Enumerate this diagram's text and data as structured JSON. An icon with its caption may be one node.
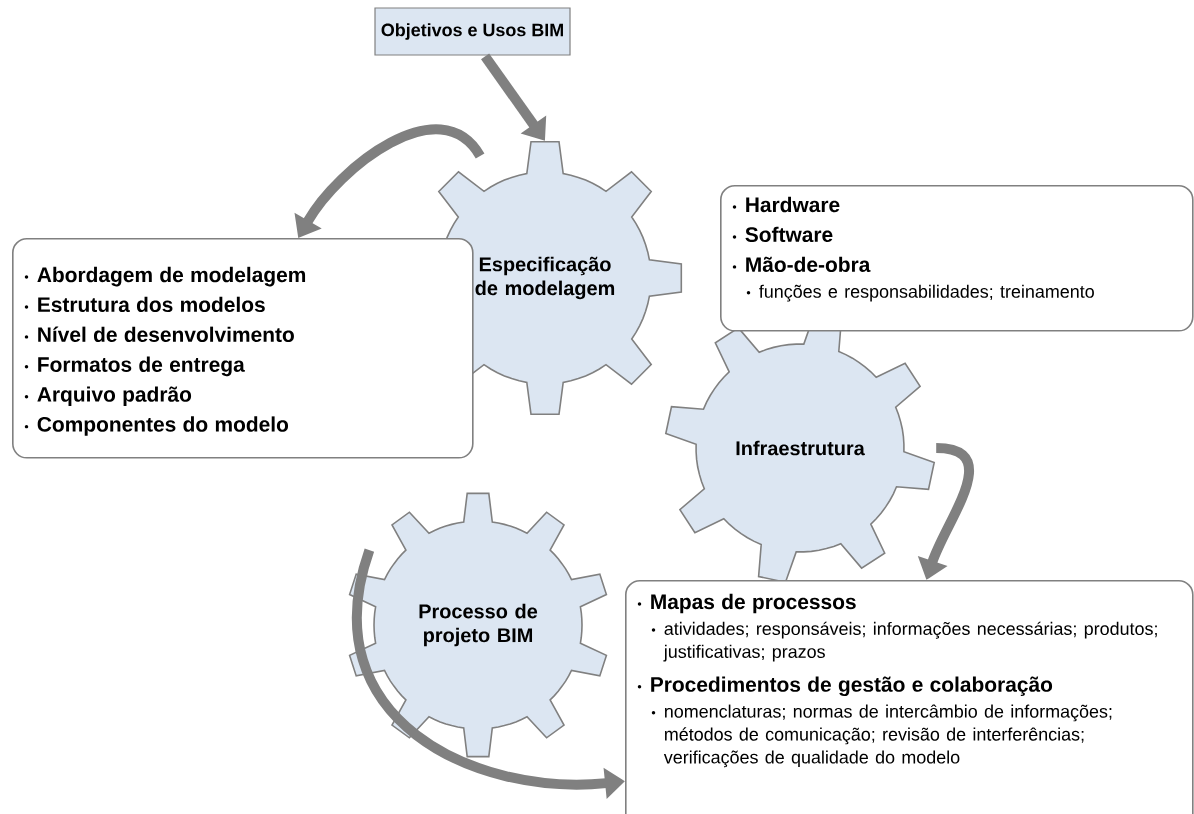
{
  "diagram": {
    "nodes": [
      {
        "text": [
          "Objetivos e Usos BIM"
        ]
      },
      {
        "text": [
          "Especificação de modelagem"
        ]
      },
      {
        "text": [
          "Abordagem de modelagem",
          "Estrutura dos modelos",
          "Nível de desenvolvimento",
          "Formatos de entrega",
          "Arquivo padrão",
          "Componentes do modelo"
        ]
      },
      {
        "text": [
          "Hardware",
          "Software",
          "Mão-de-obra",
          "funções e responsabilidades; treinamento"
        ]
      },
      {
        "text": [
          "Infraestrutura"
        ]
      },
      {
        "text": [
          "Processo de projeto BIM"
        ]
      },
      {
        "text": [
          "Mapas de processos",
          "atividades; responsáveis; informações necessárias; produtos; justificativas; prazos",
          "Procedimentos de gestão e colaboração",
          "nomenclaturas; normas de intercâmbio de informações; métodos de comunicação; revisão de interferências; verificações de qualidade do modelo"
        ]
      }
    ],
    "edges": [
      {
        "from": 0,
        "to": 1,
        "arrow": "to"
      },
      {
        "from": 1,
        "to": 2,
        "arrow": "to"
      },
      {
        "from": 4,
        "to": 6,
        "arrow": "to"
      },
      {
        "from": 5,
        "to": 6,
        "arrow": "to"
      }
    ]
  }
}
